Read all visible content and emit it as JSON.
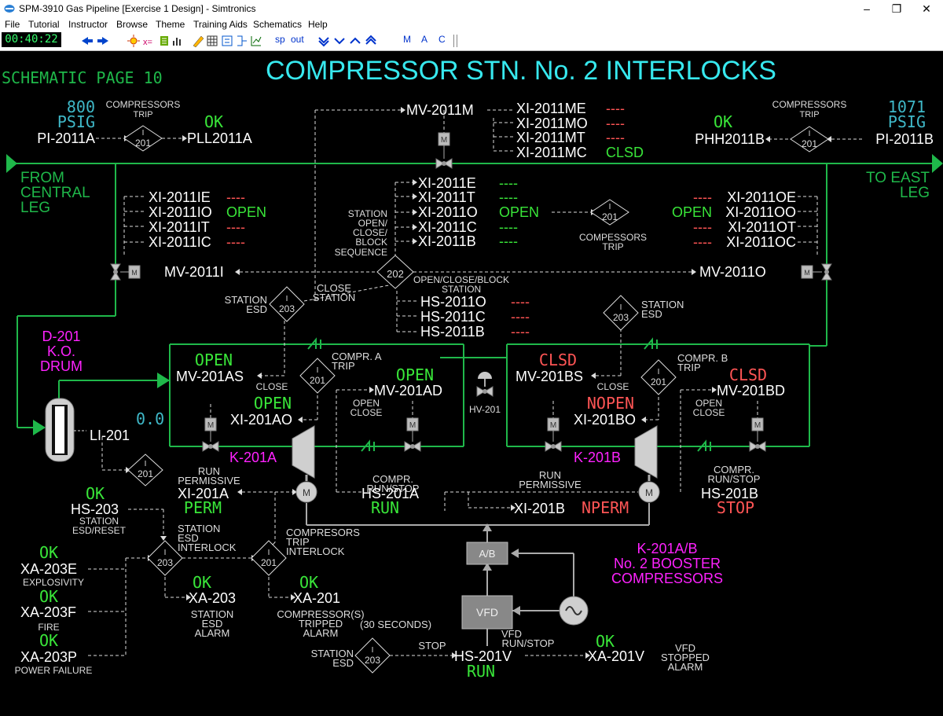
{
  "window": {
    "title": "SPM-3910 Gas Pipeline [Exercise 1 Design] - Simtronics",
    "minimize": "–",
    "maximize": "❐",
    "close": "✕"
  },
  "menu": [
    "File",
    "Tutorial",
    "Instructor",
    "Browse",
    "Theme",
    "Training Aids",
    "Schematics",
    "Help"
  ],
  "toolbar": {
    "clock": "00:40:22",
    "sp": "sp",
    "out": "out",
    "m": "M",
    "a": "A",
    "c": "C"
  },
  "colors": {
    "pipe": "#1fb84a",
    "value": "#3fb8c8",
    "ok": "#39e639",
    "alarm": "#ff5555",
    "magenta": "#ff22ff",
    "title": "#37e8ee"
  },
  "schematic": {
    "page": "SCHEMATIC PAGE 10",
    "title": "COMPRESSOR STN. No. 2 INTERLOCKS",
    "from": [
      "FROM",
      "CENTRAL",
      "LEG"
    ],
    "to": [
      "TO EAST",
      "LEG"
    ],
    "pi_a": {
      "value": "800",
      "unit": "PSIG",
      "tag": "PI-2011A"
    },
    "pi_b": {
      "value": "1071",
      "unit": "PSIG",
      "tag": "PI-2011B"
    },
    "comp_trip": [
      "COMPRESSORS",
      "TRIP"
    ],
    "pll": {
      "status": "OK",
      "tag": "PLL2011A"
    },
    "phh": {
      "status": "OK",
      "tag": "PHH2011B"
    },
    "mv_m": {
      "tag": "MV-2011M",
      "m": "M"
    },
    "xim": [
      {
        "tag": "XI-2011ME",
        "status": "----"
      },
      {
        "tag": "XI-2011MO",
        "status": "----"
      },
      {
        "tag": "XI-2011MT",
        "status": "----"
      },
      {
        "tag": "XI-2011MC",
        "status": "CLSD"
      }
    ],
    "xic": [
      {
        "tag": "XI-2011E",
        "status": "----"
      },
      {
        "tag": "XI-2011T",
        "status": "----"
      },
      {
        "tag": "XI-2011O",
        "status": "OPEN"
      },
      {
        "tag": "XI-2011C",
        "status": "----"
      },
      {
        "tag": "XI-2011B",
        "status": "----"
      }
    ],
    "xii": [
      {
        "tag": "XI-2011IE",
        "status": "----"
      },
      {
        "tag": "XI-2011IO",
        "status": "OPEN"
      },
      {
        "tag": "XI-2011IT",
        "status": "----"
      },
      {
        "tag": "XI-2011IC",
        "status": "----"
      }
    ],
    "xio": [
      {
        "tag": "XI-2011OE",
        "status": "----"
      },
      {
        "tag": "XI-2011OO",
        "status": "OPEN"
      },
      {
        "tag": "XI-2011OT",
        "status": "----"
      },
      {
        "tag": "XI-2011OC",
        "status": "----"
      }
    ],
    "station_seq": [
      "STATION",
      "OPEN/",
      "CLOSE/",
      "BLOCK",
      "SEQUENCE"
    ],
    "comp_trip2": [
      "COMPESSORS",
      "TRIP"
    ],
    "mv_i": "MV-2011I",
    "mv_o": "MV-2011O",
    "d202_label": [
      "OPEN/CLOSE/BLOCK",
      "STATION"
    ],
    "hs_seq": [
      {
        "tag": "HS-2011O",
        "status": "----"
      },
      {
        "tag": "HS-2011C",
        "status": "----"
      },
      {
        "tag": "HS-2011B",
        "status": "----"
      }
    ],
    "station_esd": [
      "STATION",
      "ESD"
    ],
    "close_station": [
      "CLOSE",
      "STATION"
    ],
    "drum": [
      "D-201",
      "K.O.",
      "DRUM"
    ],
    "li": {
      "value": "0.0",
      "tag": "LI-201"
    },
    "mv_as": {
      "status": "OPEN",
      "tag": "MV-201AS",
      "close": "CLOSE"
    },
    "mv_ad": {
      "status": "OPEN",
      "tag": "MV-201AD"
    },
    "xi_ao": {
      "status": "OPEN",
      "tag": "XI-201AO"
    },
    "mv_bs": {
      "status": "CLSD",
      "tag": "MV-201BS",
      "close": "CLOSE"
    },
    "mv_bd": {
      "status": "CLSD",
      "tag": "MV-201BD"
    },
    "xi_bo": {
      "status": "NOPEN",
      "tag": "XI-201BO"
    },
    "compr_a_trip": [
      "COMPR. A",
      "TRIP"
    ],
    "compr_b_trip": [
      "COMPR. B",
      "TRIP"
    ],
    "open_close": [
      "OPEN",
      "CLOSE"
    ],
    "hv": "HV-201",
    "k_a": "K-201A",
    "k_b": "K-201B",
    "m_label": "M",
    "run_perm": [
      "RUN",
      "PERMISSIVE"
    ],
    "xi_a": {
      "tag": "XI-201A",
      "status": "PERM"
    },
    "xi_b": {
      "tag": "XI-201B",
      "status": "NPERM"
    },
    "compr_rs": [
      "COMPR.",
      "RUN/STOP"
    ],
    "hs_a": {
      "tag": "HS-201A",
      "status": "RUN"
    },
    "hs_b": {
      "tag": "HS-201B",
      "status": "STOP"
    },
    "hs203": {
      "status": "OK",
      "tag": "HS-203",
      "label": [
        "STATION",
        "ESD/RESET"
      ]
    },
    "esd_il": [
      "STATION",
      "ESD",
      "INTERLOCK"
    ],
    "trip_il": [
      "COMPRESORS",
      "TRIP",
      "INTERLOCK"
    ],
    "booster": [
      "K-201A/B",
      "No. 2 BOOSTER",
      "COMPRESSORS"
    ],
    "ab": "A/B",
    "vfd": "VFD",
    "xa_e": {
      "status": "OK",
      "tag": "XA-203E",
      "label": "EXPLOSIVITY"
    },
    "xa_f": {
      "status": "OK",
      "tag": "XA-203F",
      "label": "FIRE"
    },
    "xa_p": {
      "status": "OK",
      "tag": "XA-203P",
      "label": "POWER FAILURE"
    },
    "xa203": {
      "status": "OK",
      "tag": "XA-203",
      "label": [
        "STATION",
        "ESD",
        "ALARM"
      ]
    },
    "xa201": {
      "status": "OK",
      "tag": "XA-201",
      "label": [
        "COMPRESSOR(S)",
        "TRIPPED",
        "ALARM"
      ],
      "note": "(30 SECONDS)"
    },
    "stop": "STOP",
    "vfd_rs": [
      "VFD",
      "RUN/STOP"
    ],
    "hs_v": {
      "tag": "HS-201V",
      "status": "RUN"
    },
    "xa_v": {
      "status": "OK",
      "tag": "XA-201V",
      "label": [
        "VFD",
        "STOPPED",
        "ALARM"
      ]
    },
    "d_i": "I",
    "d201": "201",
    "d202": "202",
    "d203": "203"
  }
}
